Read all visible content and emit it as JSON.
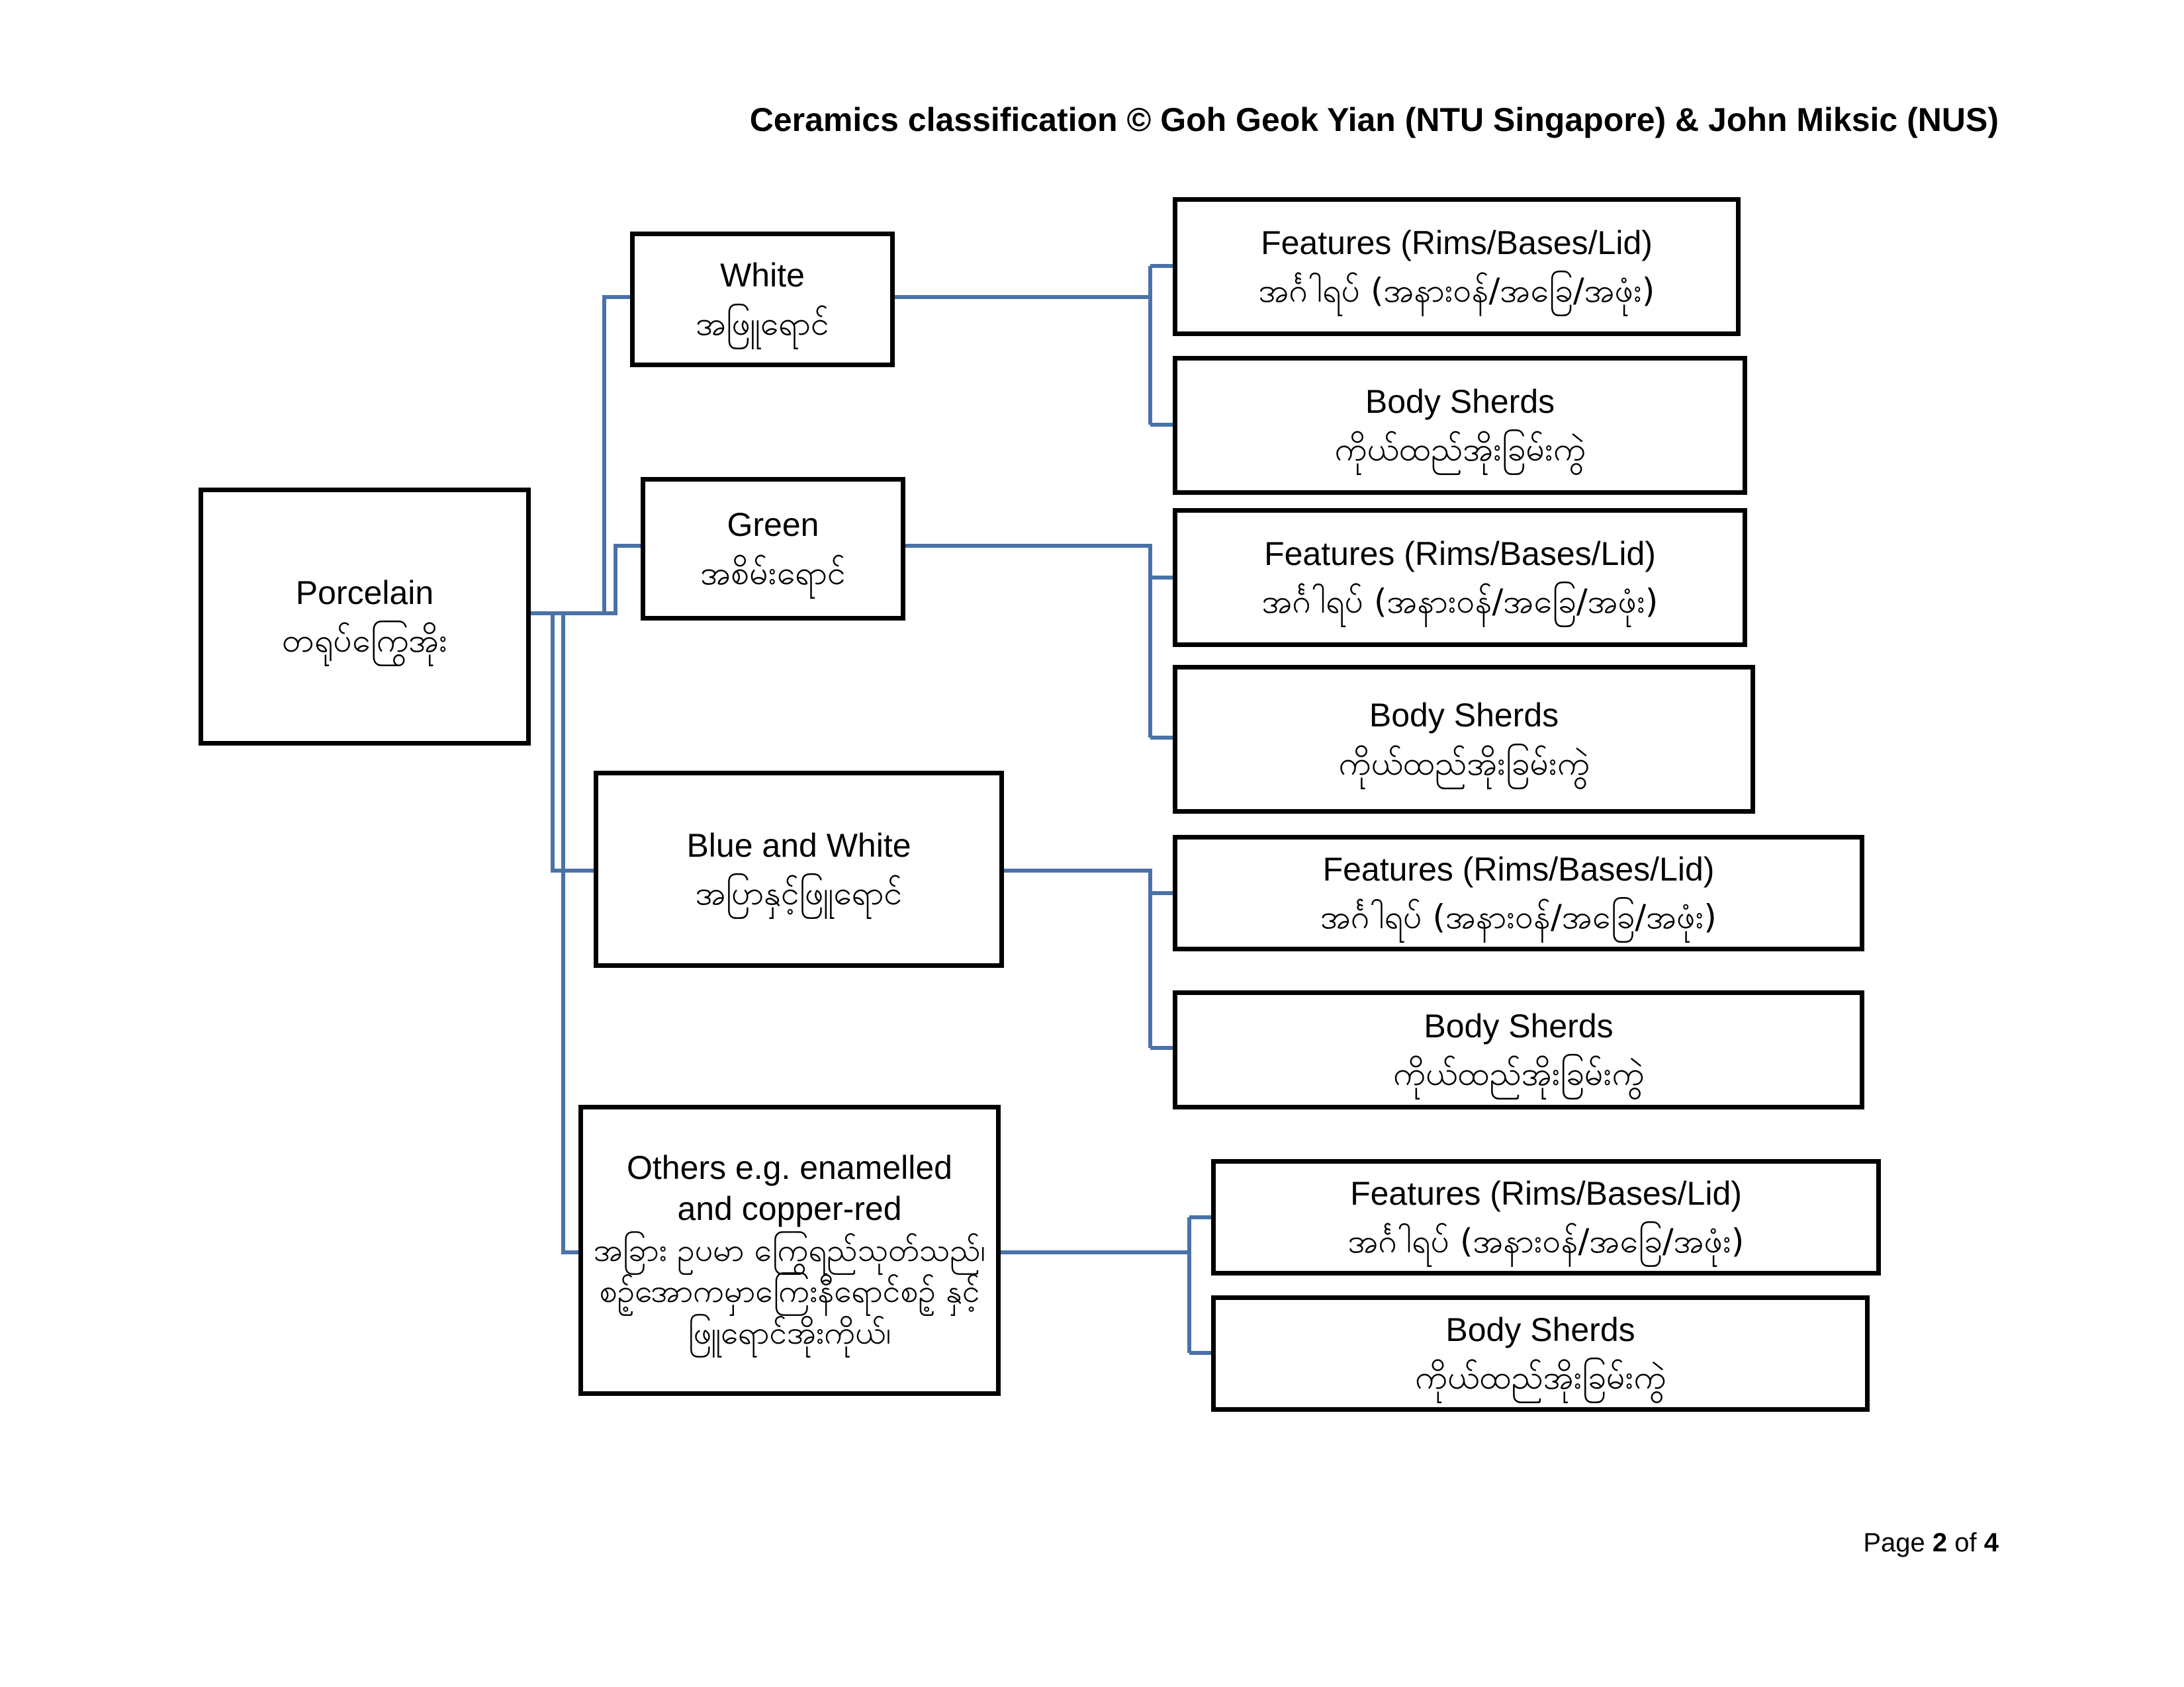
{
  "header": {
    "title": "Ceramics classification © Goh Geok Yian (NTU Singapore) & John Miksic (NUS)"
  },
  "root": {
    "en": "Porcelain",
    "my": "တရုပ်ကြွေအိုး"
  },
  "categories": [
    {
      "en": "White",
      "my": "အဖြူရောင်"
    },
    {
      "en": "Green",
      "my": "အစိမ်းရောင်"
    },
    {
      "en": "Blue and White",
      "my": "အပြာနှင့်ဖြူရောင်"
    },
    {
      "en": "Others e.g. enamelled and copper-red",
      "my": "အခြား ဥပမာ ကြွေရည်သုတ်သည်၊ စဥ့်အောကမှာကြေးနီရောင်စဥ့် နှင့် ဖြူရောင်အိုးကိုယ်၊"
    }
  ],
  "leaves": [
    {
      "en": "Features (Rims/Bases/Lid)",
      "my": "အင်္ဂါရပ် (အနားဝန်/အခြေ/အဖုံး)"
    },
    {
      "en": "Body Sherds",
      "my": "ကိုယ်ထည်အိုးခြမ်းကွဲ"
    },
    {
      "en": "Features (Rims/Bases/Lid)",
      "my": "အင်္ဂါရပ် (အနားဝန်/အခြေ/အဖုံး)"
    },
    {
      "en": "Body Sherds",
      "my": "ကိုယ်ထည်အိုးခြမ်းကွဲ"
    },
    {
      "en": "Features (Rims/Bases/Lid)",
      "my": "အင်္ဂါရပ် (အနားဝန်/အခြေ/အဖုံး)"
    },
    {
      "en": "Body Sherds",
      "my": "ကိုယ်ထည်အိုးခြမ်းကွဲ"
    },
    {
      "en": "Features (Rims/Bases/Lid)",
      "my": "အင်္ဂါရပ် (အနားဝန်/အခြေ/အဖုံး)"
    },
    {
      "en": "Body Sherds",
      "my": "ကိုယ်ထည်အိုးခြမ်းကွဲ"
    }
  ],
  "footer": {
    "prefix": "Page",
    "current": "2",
    "sep": "of",
    "total": "4"
  },
  "colors": {
    "connector": "#4a72a8",
    "border": "#000000"
  }
}
